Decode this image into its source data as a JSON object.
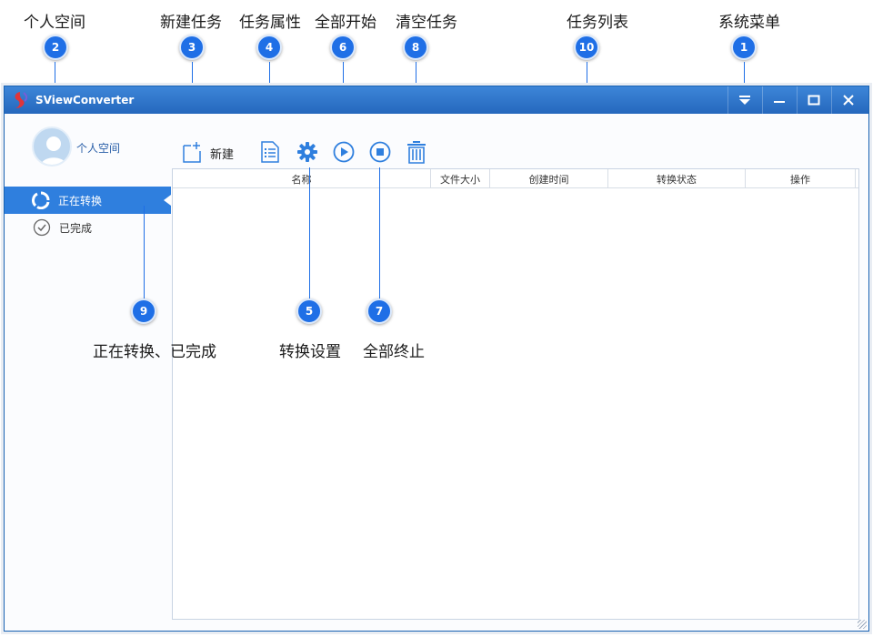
{
  "annotations": {
    "n1": {
      "badge": "1",
      "label": "系统菜单"
    },
    "n2": {
      "badge": "2",
      "label": "个人空间"
    },
    "n3": {
      "badge": "3",
      "label": "新建任务"
    },
    "n4": {
      "badge": "4",
      "label": "任务属性"
    },
    "n5": {
      "badge": "5",
      "label": "转换设置"
    },
    "n6": {
      "badge": "6",
      "label": "全部开始"
    },
    "n7": {
      "badge": "7",
      "label": "全部终止"
    },
    "n8": {
      "badge": "8",
      "label": "清空任务"
    },
    "n9": {
      "badge": "9",
      "label": "正在转换、已完成"
    },
    "n10": {
      "badge": "10",
      "label": "任务列表"
    }
  },
  "window": {
    "title": "SViewConverter"
  },
  "user": {
    "label": "个人空间"
  },
  "toolbar": {
    "new_label": "新建"
  },
  "sidebar": {
    "items": [
      {
        "label": "正在转换",
        "icon": "refresh-icon",
        "active": true
      },
      {
        "label": "已完成",
        "icon": "check-circle-icon",
        "active": false
      }
    ]
  },
  "table": {
    "columns": [
      "名称",
      "文件大小",
      "创建时间",
      "转换状态",
      "操作"
    ],
    "rows": []
  },
  "colors": {
    "accent": "#2f7fde",
    "titlebar": "#2568bd",
    "annotation": "#1f6fe6"
  }
}
